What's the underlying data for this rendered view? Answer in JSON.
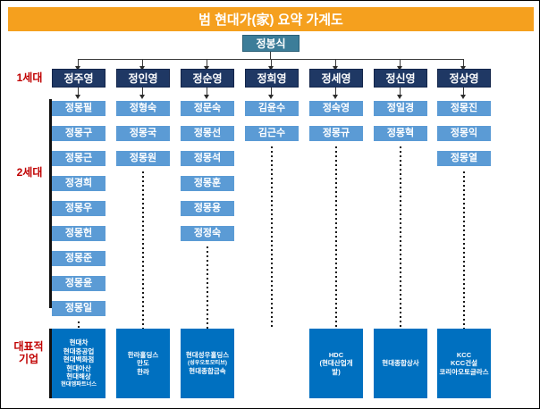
{
  "page": {
    "title": "범 현대가(家) 요약 가계도",
    "accent_orange": "#F5A01E",
    "gen1_color": "#1F3864",
    "gen2_color": "#5B9BD5",
    "root_color": "#3C7D99",
    "company_color": "#0070C0",
    "label_color": "#C00000"
  },
  "root": {
    "name": "정봉식"
  },
  "labels": {
    "gen1": "1세대",
    "gen2": "2세대",
    "companies_line1": "대표적",
    "companies_line2": "기업"
  },
  "columns": [
    {
      "gen1": "정주영",
      "gen2": [
        "정몽필",
        "정몽구",
        "정몽근",
        "정경희",
        "정몽우",
        "정몽헌",
        "정몽준",
        "정몽윤",
        "정몽일"
      ],
      "companies": [
        "현대차",
        "현대중공업",
        "현대백화점",
        "현대아산",
        "현대해상",
        "현대엠파트너스"
      ],
      "company_small_index": 5
    },
    {
      "gen1": "정인영",
      "gen2": [
        "정형숙",
        "정몽국",
        "정몽원"
      ],
      "companies": [
        "한라홀딩스",
        "만도",
        "한라"
      ],
      "company_small_index": -1
    },
    {
      "gen1": "정순영",
      "gen2": [
        "정문숙",
        "정몽선",
        "정몽석",
        "정몽훈",
        "정몽용",
        "정정숙"
      ],
      "companies": [
        "현대성우홀딩스",
        "(성우오토모티브)",
        "현대종합금속"
      ],
      "company_small_index": 1
    },
    {
      "gen1": "정희영",
      "gen2": [
        "김윤수",
        "김근수"
      ],
      "companies": [],
      "company_small_index": -1
    },
    {
      "gen1": "정세영",
      "gen2": [
        "정숙영",
        "정몽규"
      ],
      "companies": [
        "HDC",
        "(현대산업개",
        "발)"
      ],
      "company_small_index": -1
    },
    {
      "gen1": "정신영",
      "gen2": [
        "정일경",
        "정몽혁"
      ],
      "companies": [
        "현대종합상사"
      ],
      "company_small_index": -1
    },
    {
      "gen1": "정상영",
      "gen2": [
        "정몽진",
        "정몽익",
        "정몽열"
      ],
      "companies": [
        "KCC",
        "KCC건설",
        "코리아오토글라스"
      ],
      "company_small_index": -1
    }
  ]
}
